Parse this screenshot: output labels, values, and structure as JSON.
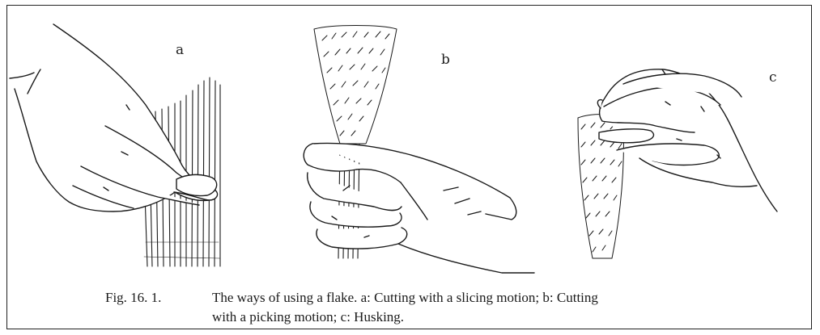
{
  "panels": {
    "a": {
      "label": "a"
    },
    "b": {
      "label": "b"
    },
    "c": {
      "label": "c"
    }
  },
  "caption": {
    "number": "Fig. 16. 1.",
    "line1": "The ways of using a flake. a: Cutting with a slicing motion; b: Cutting",
    "line2": "with a picking motion; c: Husking."
  },
  "colors": {
    "ink": "#1a1a1a",
    "paper": "#ffffff"
  }
}
